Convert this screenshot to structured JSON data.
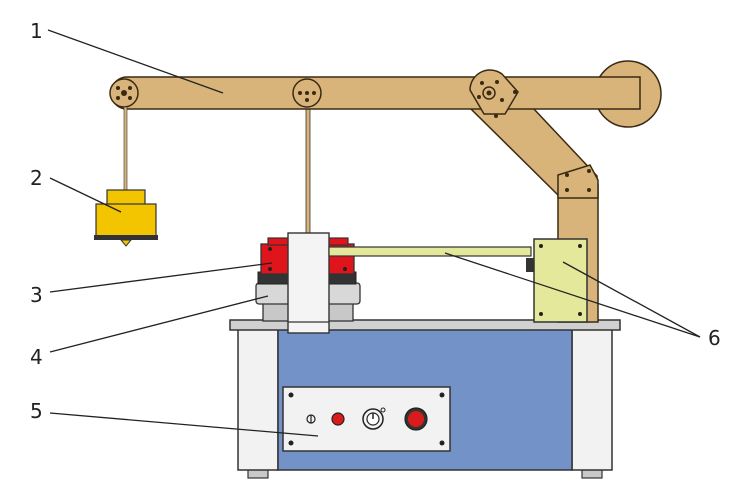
{
  "colors": {
    "wood": "#d8b47a",
    "wood_stroke": "#3a2a14",
    "weight": "#f2c500",
    "clamp_red": "#e0141b",
    "base_grey": "#c8c8c8",
    "cabinet_blue": "#7392c8",
    "cabinet_side": "#f2f2f2",
    "sensor_box": "#e4e89a",
    "panel": "#f2f2f2",
    "button_red": "#d81c1c"
  },
  "callouts": [
    {
      "id": "arm",
      "label": "1",
      "component": "lever-arm"
    },
    {
      "id": "weight",
      "label": "2",
      "component": "dead-weight"
    },
    {
      "id": "clamp",
      "label": "3",
      "component": "sample-holder"
    },
    {
      "id": "platform",
      "label": "4",
      "component": "rotating-platform"
    },
    {
      "id": "panel",
      "label": "5",
      "component": "control-panel"
    },
    {
      "id": "sensor",
      "label": "6",
      "component": "force-sensor"
    }
  ],
  "icons": [
    "pivot-icon",
    "pulley-icon",
    "knob-icon",
    "indicator-light-icon",
    "power-button-icon"
  ]
}
